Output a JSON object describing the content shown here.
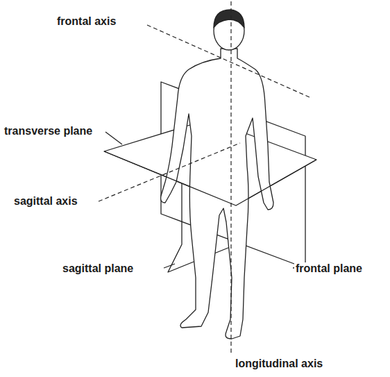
{
  "diagram": {
    "labels": [
      "frontal axis",
      "transverse plane",
      "sagittal axis",
      "sagittal plane",
      "frontal plane",
      "longitudinal axis"
    ]
  }
}
